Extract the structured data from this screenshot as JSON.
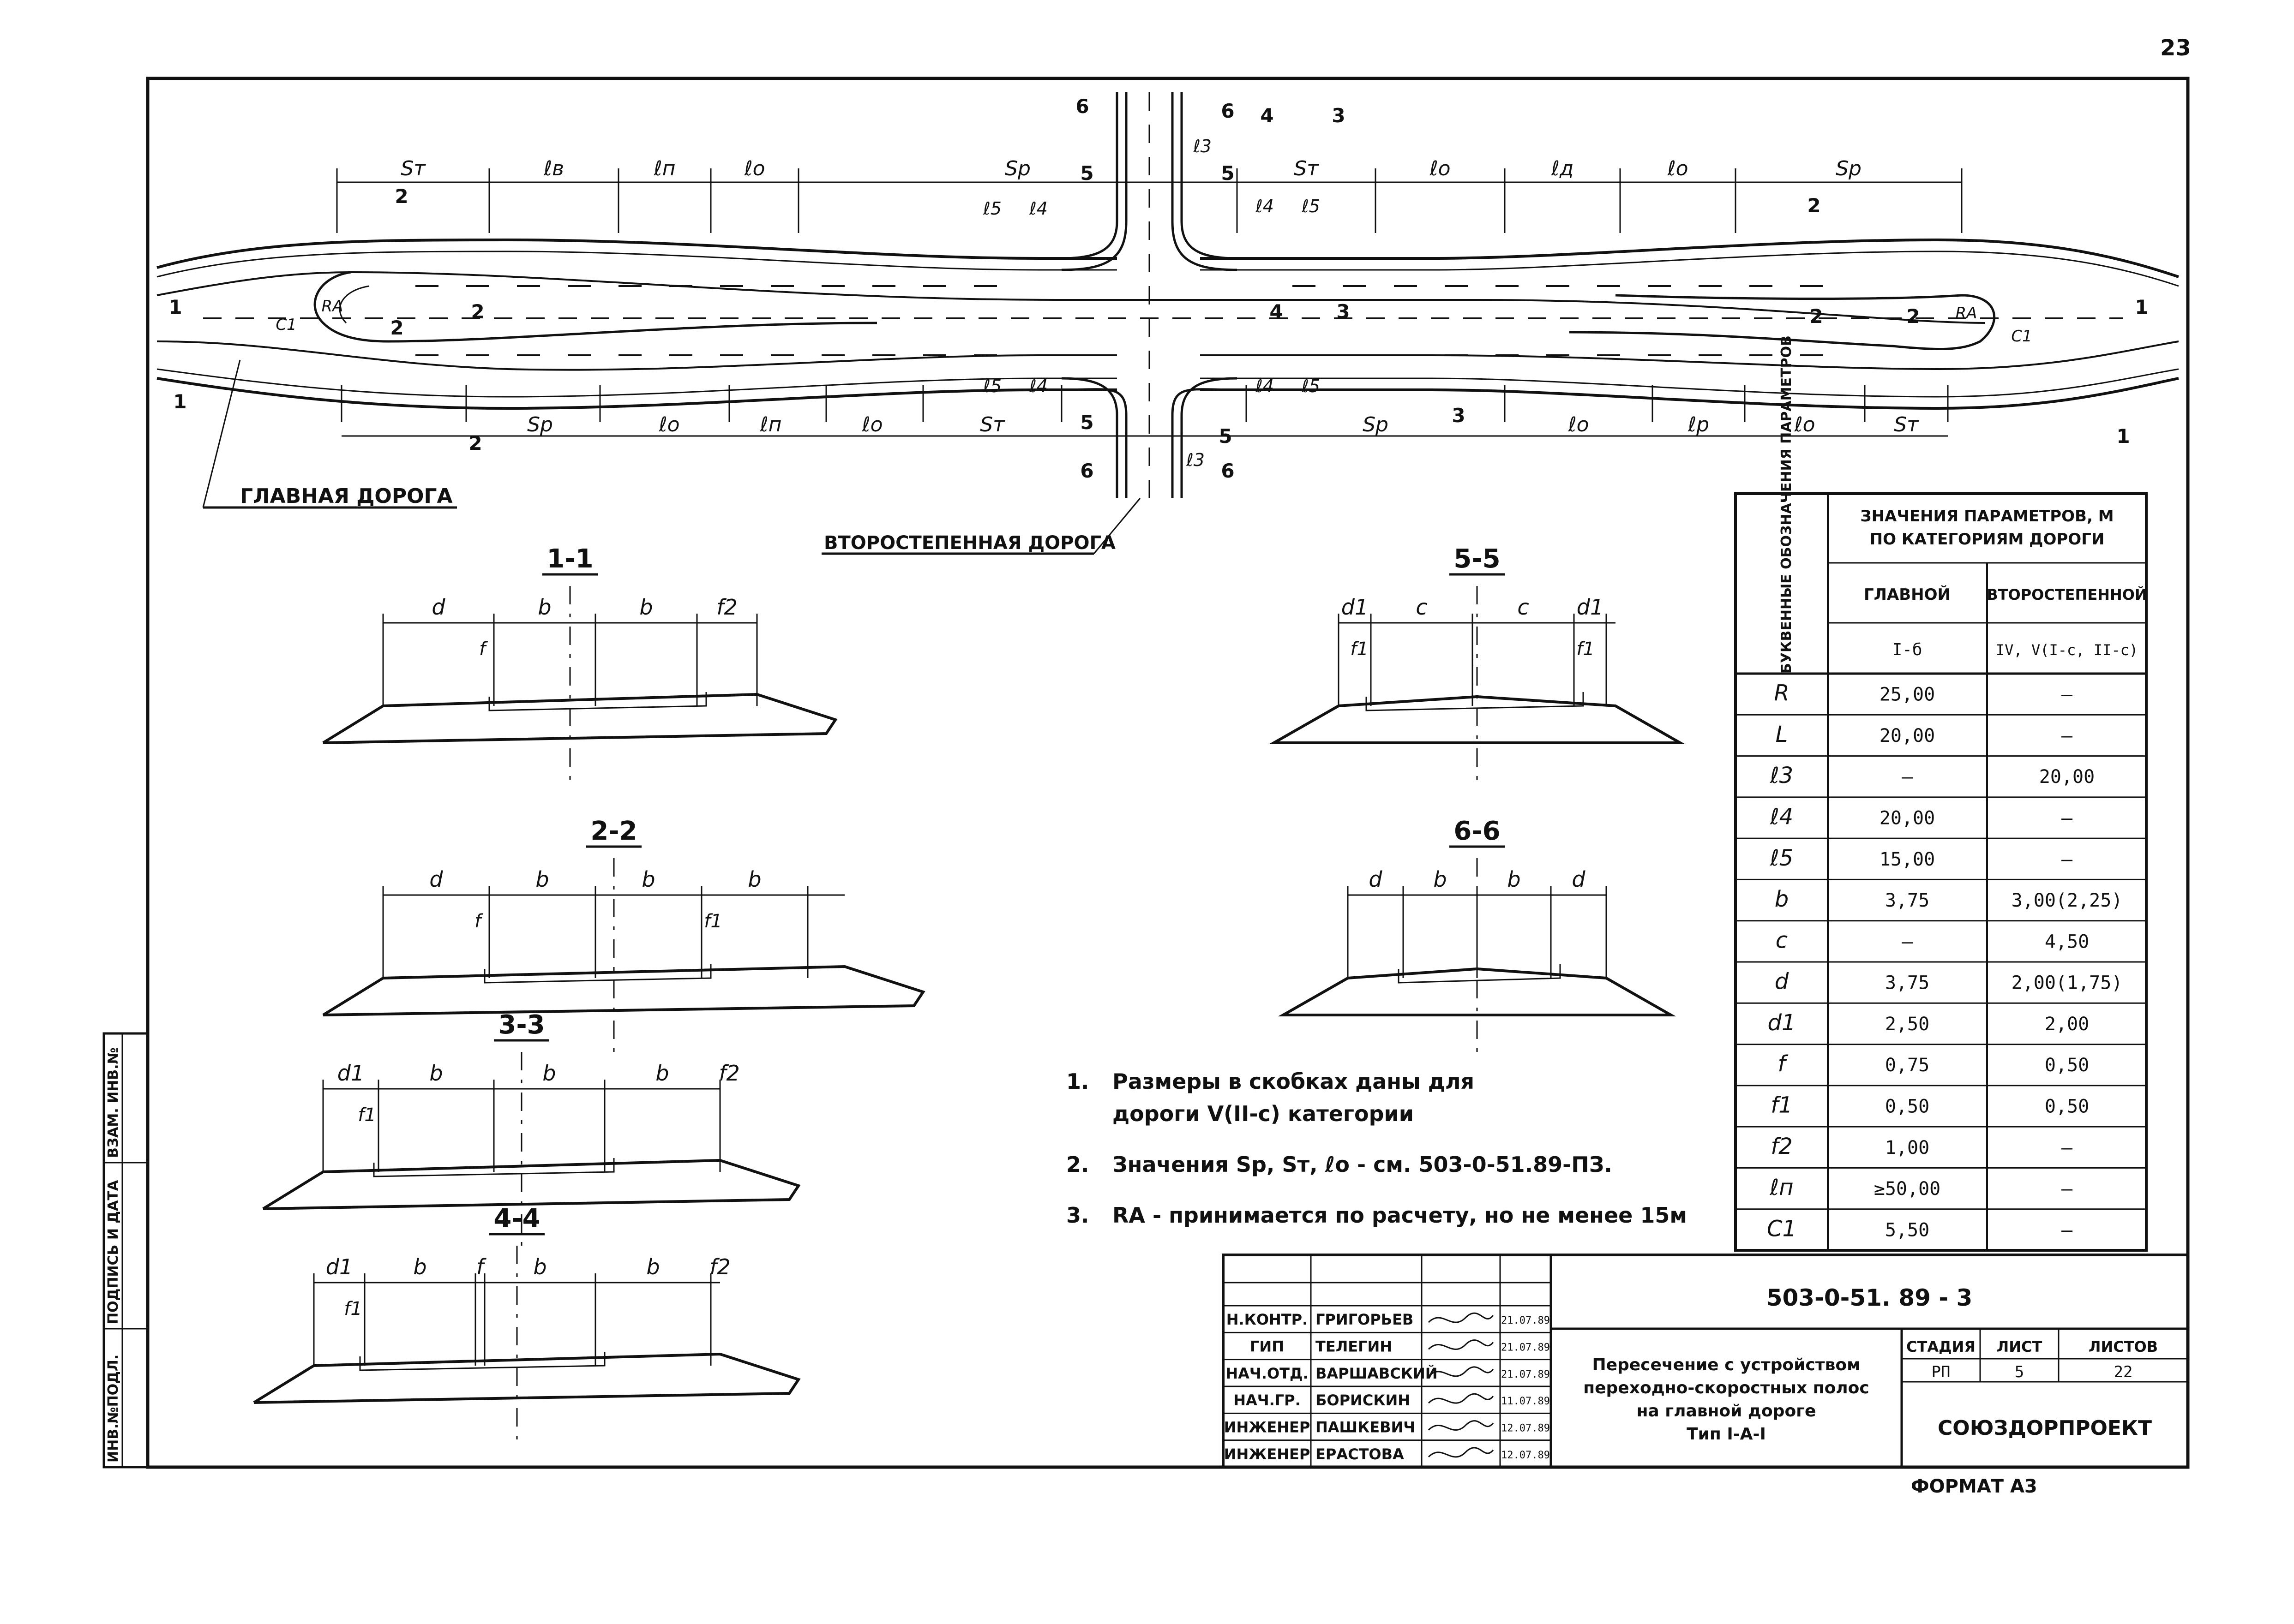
{
  "page_number": "23",
  "plan": {
    "top_dims": [
      "Sт",
      "ℓв",
      "ℓп",
      "ℓо",
      "Sр",
      "Sт",
      "ℓо",
      "ℓд",
      "ℓо",
      "Sр"
    ],
    "bottom_dims": [
      "Sр",
      "ℓо",
      "ℓп",
      "ℓо",
      "Sт",
      "Sр",
      "ℓо",
      "ℓр",
      "ℓо",
      "Sт"
    ],
    "small_dims": [
      "ℓ5",
      "ℓ4",
      "ℓ4",
      "ℓ5",
      "ℓ5",
      "ℓ4",
      "ℓ4",
      "ℓ5",
      "ℓ3",
      "ℓ3"
    ],
    "section_marks": [
      "1",
      "1",
      "1",
      "1",
      "2",
      "2",
      "2",
      "2",
      "2",
      "2",
      "2",
      "3",
      "3",
      "3",
      "4",
      "4",
      "5",
      "5",
      "5",
      "5",
      "6",
      "6",
      "6",
      "6"
    ],
    "curve_labels": [
      "C1",
      "RA",
      "C1",
      "RA"
    ],
    "main_road_label": "ГЛАВНАЯ ДОРОГА",
    "secondary_road_label": "ВТОРОСТЕПЕННАЯ ДОРОГА"
  },
  "sections": [
    {
      "title": "1-1",
      "dims": [
        "d",
        "b",
        "b",
        "f2"
      ],
      "marks": [
        "f"
      ]
    },
    {
      "title": "2-2",
      "dims": [
        "d",
        "b",
        "b",
        "b"
      ],
      "marks": [
        "f",
        "f1"
      ]
    },
    {
      "title": "3-3",
      "dims": [
        "d1",
        "b",
        "b",
        "b",
        "f2"
      ],
      "marks": [
        "f1"
      ]
    },
    {
      "title": "4-4",
      "dims": [
        "d1",
        "b",
        "f",
        "b",
        "b",
        "f2"
      ],
      "marks": [
        "f1"
      ]
    },
    {
      "title": "5-5",
      "dims": [
        "d1",
        "c",
        "c",
        "d1"
      ],
      "marks": [
        "f1",
        "f1"
      ]
    },
    {
      "title": "6-6",
      "dims": [
        "d",
        "b",
        "b",
        "d"
      ],
      "marks": []
    }
  ],
  "notes": [
    {
      "num": "1.",
      "lines": [
        "Размеры в скобках даны для",
        "дороги V(II-c) категории"
      ]
    },
    {
      "num": "2.",
      "lines": [
        "Значения Sр, Sт, ℓо - см. 503-0-51.89-ПЗ."
      ]
    },
    {
      "num": "3.",
      "lines": [
        "RА - принимается по расчету, но не менее 15м"
      ]
    }
  ],
  "param_table": {
    "header_col0": "БУКВЕННЫЕ ОБОЗНАЧЕНИЯ ПАРАМЕТРОВ",
    "header_group": [
      "ЗНАЧЕНИЯ ПАРАМЕТРОВ, М",
      "ПО КАТЕГОРИЯМ ДОРОГИ"
    ],
    "header_main": "ГЛАВНОЙ",
    "header_secondary": "ВТОРОСТЕПЕННОЙ",
    "cat_main": "I-б",
    "cat_secondary": "IV, V(I-c, II-c)",
    "rows": [
      [
        "R",
        "25,00",
        "—"
      ],
      [
        "L",
        "20,00",
        "—"
      ],
      [
        "ℓ3",
        "—",
        "20,00"
      ],
      [
        "ℓ4",
        "20,00",
        "—"
      ],
      [
        "ℓ5",
        "15,00",
        "—"
      ],
      [
        "b",
        "3,75",
        "3,00(2,25)"
      ],
      [
        "c",
        "—",
        "4,50"
      ],
      [
        "d",
        "3,75",
        "2,00(1,75)"
      ],
      [
        "d1",
        "2,50",
        "2,00"
      ],
      [
        "f",
        "0,75",
        "0,50"
      ],
      [
        "f1",
        "0,50",
        "0,50"
      ],
      [
        "f2",
        "1,00",
        "—"
      ],
      [
        "ℓп",
        "≥50,00",
        "—"
      ],
      [
        "C1",
        "5,50",
        "—"
      ]
    ]
  },
  "side_stamp": [
    "ИНВ.№ПОДЛ.",
    "ПОДПИСЬ И ДАТА",
    "ВЗАМ. ИНВ.№"
  ],
  "title_block": {
    "doc_code": "503-0-51. 89 - 3",
    "staff": [
      [
        "Н.КОНТР.",
        "ГРИГОРЬЕВ",
        "21.07.89"
      ],
      [
        "ГИП",
        "ТЕЛЕГИН",
        "21.07.89"
      ],
      [
        "НАЧ.ОТД.",
        "ВАРШАВСКИЙ",
        "21.07.89"
      ],
      [
        "НАЧ.ГР.",
        "БОРИСКИН",
        "11.07.89"
      ],
      [
        "ИНЖЕНЕР",
        "ПАШКЕВИЧ",
        "12.07.89"
      ],
      [
        "ИНЖЕНЕР",
        "ЕРАСТОВА",
        "12.07.89"
      ]
    ],
    "title_lines": [
      "Пересечение с устройством",
      "переходно-скоростных полос",
      "на главной дороге",
      "Тип I-А-I"
    ],
    "stage_label": "СТАДИЯ",
    "sheet_label": "ЛИСТ",
    "sheets_label": "ЛИСТОВ",
    "stage": "РП",
    "sheet": "5",
    "sheets": "22",
    "org": "СОЮЗДОРПРОЕКТ",
    "format": "ФОРМАТ А3"
  }
}
